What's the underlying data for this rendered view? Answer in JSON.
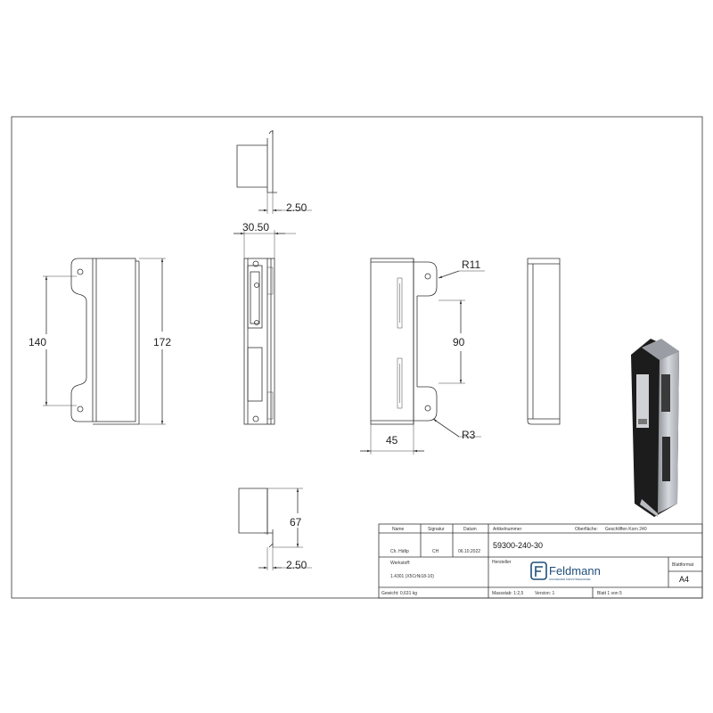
{
  "dimensions": {
    "top_view_thickness": "2.50",
    "front_width": "30.50",
    "hole_spacing": "140",
    "overall_length": "172",
    "slot_spacing": "90",
    "depth": "45",
    "radius_large": "R11",
    "radius_small": "R3",
    "bottom_view_height": "67",
    "bottom_view_thickness": "2.50"
  },
  "title_block": {
    "headers": {
      "name": "Name",
      "signature": "Signatur",
      "date": "Datum",
      "article_number_label": "Artikelnummer",
      "surface_label": "Oberfläche:",
      "surface_value": "Geschliffen Korn 240",
      "manufacturer_label": "Hersteller",
      "sheet_format_label": "Blattformat"
    },
    "author": "Ch. Häfip",
    "signature_value": "CH",
    "date_value": "06.10.2022",
    "article_number": "59300-240-30",
    "material_label": "Werkstoff:",
    "material_value": "1.4301 (X5CrNi18-10)",
    "weight": "Gewicht: 0,631 kg",
    "scale": "Massstab: 1:2,5",
    "version": "Version: 1",
    "sheet": "Blatt 1 von 5",
    "sheet_format": "A4",
    "company_name": "Feldmann",
    "company_tagline": "SCHWEIZER INDUSTRIEHANDEL"
  },
  "colors": {
    "lines": "#333333",
    "brand": "#1f4e79",
    "photo_dark": "#1c1c1c",
    "photo_metal": "#c9ccd1"
  }
}
